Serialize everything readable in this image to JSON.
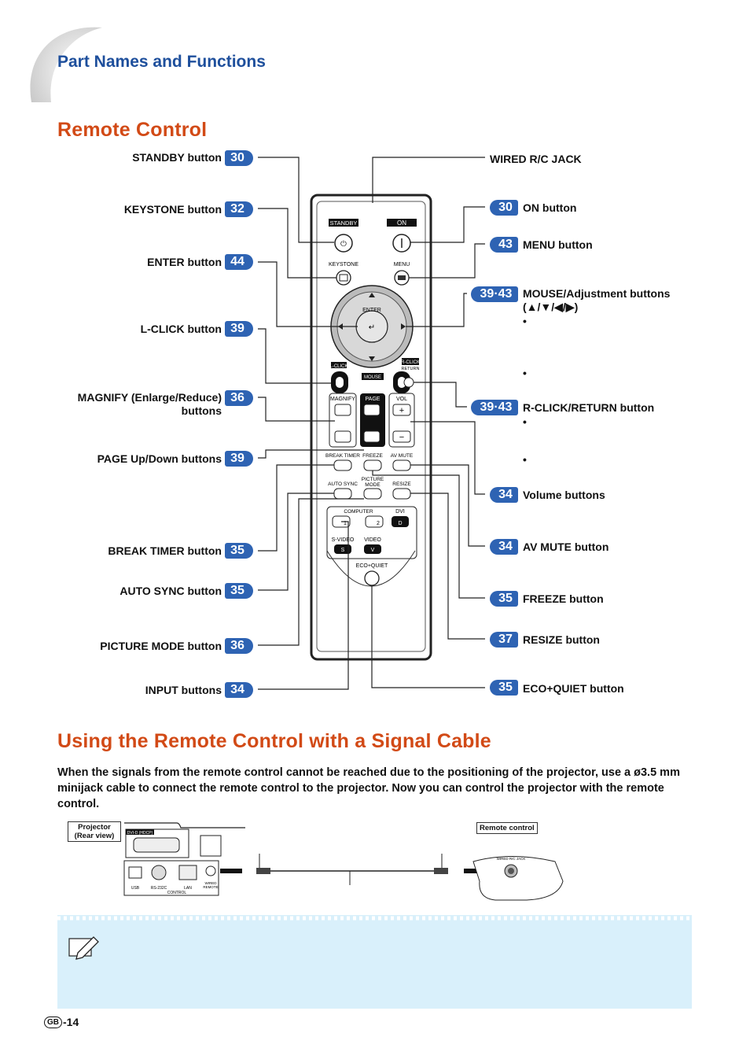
{
  "header": {
    "section": "Part Names and Functions"
  },
  "remote_title": "Remote Control",
  "left_callouts": [
    {
      "label": "STANDBY button",
      "page": "30"
    },
    {
      "label": "KEYSTONE button",
      "page": "32"
    },
    {
      "label": "ENTER button",
      "page": "44"
    },
    {
      "label": "L-CLICK button",
      "page": "39"
    },
    {
      "label": "MAGNIFY (Enlarge/Reduce)",
      "label2": "buttons",
      "page": "36"
    },
    {
      "label": "PAGE Up/Down buttons",
      "page": "39"
    },
    {
      "label": "BREAK TIMER button",
      "page": "35"
    },
    {
      "label": "AUTO SYNC button",
      "page": "35"
    },
    {
      "label": "PICTURE MODE button",
      "page": "36"
    },
    {
      "label": "INPUT buttons",
      "page": "34"
    }
  ],
  "right_callouts": [
    {
      "label": "WIRED R/C JACK",
      "page": ""
    },
    {
      "label": "ON button",
      "page": "30"
    },
    {
      "label": "MENU button",
      "page": "43"
    },
    {
      "label": "MOUSE/Adjustment buttons",
      "label2": "(▲/▼/◀/▶)",
      "page": "39·43"
    },
    {
      "label": "R-CLICK/RETURN button",
      "page": "39·43"
    },
    {
      "label": "Volume buttons",
      "page": "34"
    },
    {
      "label": "AV MUTE button",
      "page": "34"
    },
    {
      "label": "FREEZE button",
      "page": "35"
    },
    {
      "label": "RESIZE button",
      "page": "37"
    },
    {
      "label": "ECO+QUIET button",
      "page": "35"
    }
  ],
  "remote_labels": {
    "standby": "STANDBY",
    "on": "ON",
    "keystone": "KEYSTONE",
    "menu": "MENU",
    "enter": "ENTER",
    "lclick": "L-CLICK",
    "rclick": "R-CLICK",
    "return": "RETURN",
    "mouse": "MOUSE",
    "magnify": "MAGNIFY",
    "page": "PAGE",
    "vol": "VOL",
    "break_timer": "BREAK TIMER",
    "freeze": "FREEZE",
    "av_mute": "AV MUTE",
    "auto_sync": "AUTO SYNC",
    "picture": "PICTURE",
    "mode": "MODE",
    "resize": "RESIZE",
    "computer": "COMPUTER",
    "dvi": "DVI",
    "svideo": "S-VIDEO",
    "video": "VIDEO",
    "eco_quiet": "ECO+QUIET",
    "c1": "1",
    "c2": "2",
    "d": "D",
    "s": "S",
    "v": "V"
  },
  "signal_title": "Using the Remote Control with a Signal Cable",
  "intro": "When the signals from the remote control cannot be reached due to the positioning of the projector, use a ø3.5 mm minijack cable to connect the remote control to the projector. Now you can control the projector with the remote control.",
  "diagram": {
    "projector_label": "Projector",
    "projector_label2": "(Rear view)",
    "remote_label": "Remote control",
    "dvi_hdcp": "DVI-D (HDCP)",
    "usb": "USB",
    "rs232c": "RS-232C",
    "lan": "LAN",
    "wired": "WIRED",
    "remote": "REMOTE",
    "control": "CONTROL",
    "wired_jack": "WIRED R/C JACK"
  },
  "footer": {
    "region": "GB",
    "page": "-14"
  },
  "colors": {
    "accent_blue": "#2e63b3",
    "title_orange": "#d24a16",
    "note_bg": "#d9f0fb"
  }
}
